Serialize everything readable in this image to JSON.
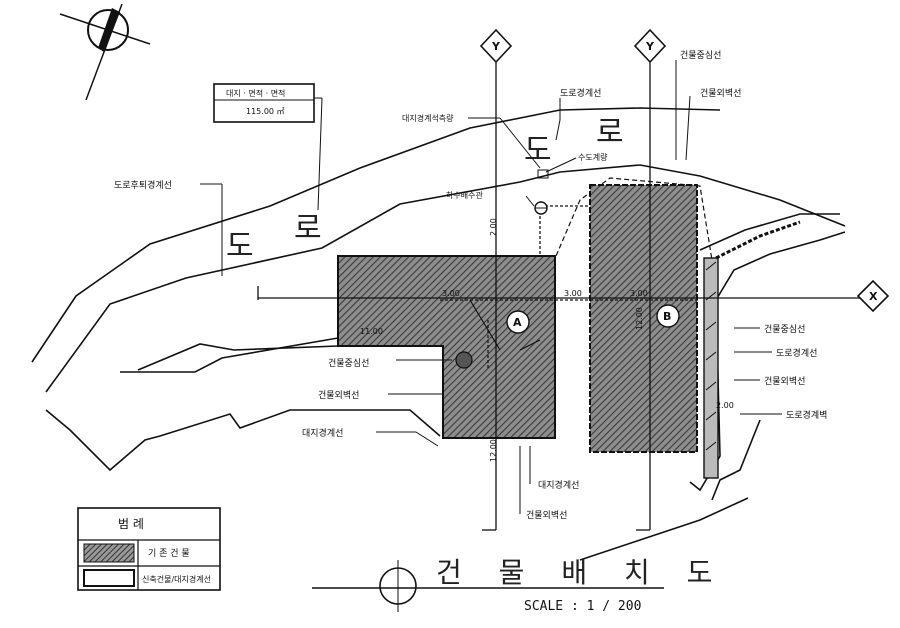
{
  "area_box": {
    "line1": "대지 · 면적 · 면적",
    "line2": "115.00 ㎡"
  },
  "road_labels": [
    "도",
    "로",
    "도",
    "로"
  ],
  "axis_tags": {
    "y": "Y",
    "x": "X"
  },
  "building_tags": {
    "a": "A",
    "b": "B"
  },
  "dimensions": {
    "d1": "2.00",
    "d2": "3.00",
    "d3": "3.00",
    "d4": "11.00",
    "d5": "3.00",
    "d6": "12.00",
    "d7": "2.00",
    "d8": "12.00"
  },
  "callouts": {
    "road_boundary_left": "도로후퇴경계선",
    "boundary_measure": "대지경계석측량",
    "road_boundary_top": "도로경계선",
    "building_center_top": "건물중심선",
    "building_outer_top": "건물외벽선",
    "water_meter": "수도계량",
    "drain_pipe": "하수배수관",
    "center_a": "건물중심선",
    "outer_a": "건물외벽선",
    "lot_boundary_left": "대지경계선",
    "lot_boundary_bottom": "대지경계선",
    "outer_bottom": "건물외벽선",
    "right_center": "건물중심선",
    "right_road": "도로경계선",
    "right_outer": "건물외벽선",
    "right_wall": "도로경계벽"
  },
  "legend": {
    "header": "범   례",
    "row1": "기 존 건 물",
    "row2": "신축건물/대지경계선"
  },
  "title": "건 물 배 치 도",
  "scale": "SCALE : 1 / 200"
}
